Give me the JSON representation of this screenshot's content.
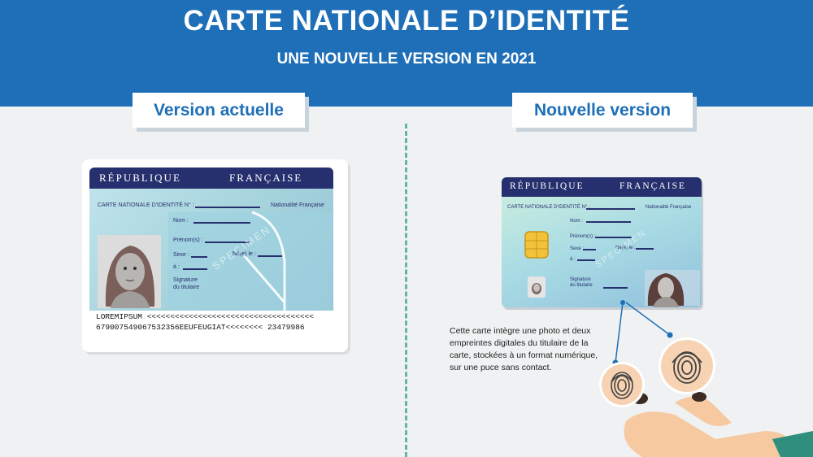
{
  "header": {
    "title": "CARTE NATIONALE D’IDENTITÉ",
    "subtitle": "UNE NOUVELLE VERSION EN 2021"
  },
  "tags": {
    "current": "Version actuelle",
    "new": "Nouvelle version"
  },
  "old_card": {
    "band_left": "RÉPUBLIQUE",
    "band_right": "FRANÇAISE",
    "card_label": "CARTE NATIONALE D'IDENTITÉ N° :",
    "nationality": "Nationalité Française",
    "nom": "Nom :",
    "prenoms": "Prénom(s) :",
    "sexe": "Sexe :",
    "ne_le": "Né(e) le :",
    "a": "à :",
    "signature_1": "Signature",
    "signature_2": "du titulaire",
    "watermark": "SPECIMEN",
    "mrz_1": "LOREMIPSUM <<<<<<<<<<<<<<<<<<<<<<<<<<<<<<<<<<<<",
    "mrz_2": "679007549067532356EEUFEUGIAT<<<<<<<< 23479986"
  },
  "new_card": {
    "band_left": "RÉPUBLIQUE",
    "band_right": "FRANÇAISE",
    "card_label": "CARTE NATIONALE D'IDENTITÉ N° :",
    "nationality": "Nationalité Française",
    "nom": "Nom :",
    "prenoms": "Prénom(s) :",
    "sexe": "Sexe :",
    "ne_le": "Né(e) le :",
    "a": "à :",
    "signature_1": "Signature",
    "signature_2": "du titulaire",
    "watermark": "SPECIMEN"
  },
  "description": "Cette carte intègre une photo et deux empreintes digitales du titulaire de la carte, stockées à un format numérique, sur une puce sans contact.",
  "colors": {
    "header_blue": "#1e6fb7",
    "card_navy": "#27306e",
    "dashed_teal": "#5fb7ab"
  }
}
